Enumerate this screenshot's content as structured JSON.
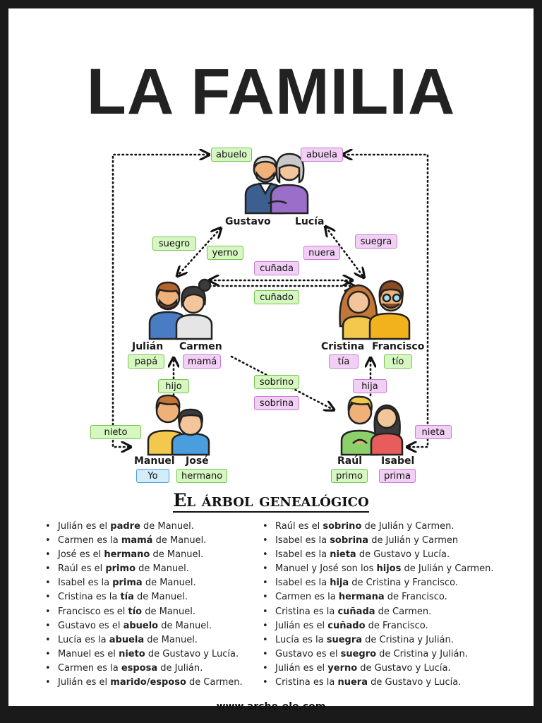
{
  "title": "LA FAMILIA",
  "subtitle": "El árbol genealógico",
  "footer": "www.arche-ele.com",
  "colors": {
    "green_tag": "#d6f7c1",
    "pink_tag": "#f2cff5",
    "blue_tag": "#d3ecfb"
  },
  "people": {
    "gustavo": "Gustavo",
    "lucia": "Lucía",
    "julian": "Julián",
    "carmen": "Carmen",
    "cristina": "Cristina",
    "francisco": "Francisco",
    "manuel": "Manuel",
    "jose": "José",
    "raul": "Raúl",
    "isabel": "Isabel"
  },
  "tags": {
    "abuelo": "abuelo",
    "abuela": "abuela",
    "suegro": "suegro",
    "yerno": "yerno",
    "nuera": "nuera",
    "suegra": "suegra",
    "cunada": "cuñada",
    "cunado": "cuñado",
    "papa": "papá",
    "mama": "mamá",
    "tia": "tía",
    "tio": "tío",
    "hijo": "hijo",
    "hija": "hija",
    "sobrino": "sobrino",
    "sobrina": "sobrina",
    "nieto": "nieto",
    "nieta": "nieta",
    "yo": "Yo",
    "hermano": "hermano",
    "primo": "primo",
    "prima": "prima"
  },
  "left_list": [
    [
      "Julián es el ",
      "padre",
      " de Manuel."
    ],
    [
      "Carmen es la ",
      "mamá",
      " de Manuel."
    ],
    [
      "José es el ",
      "hermano",
      " de Manuel."
    ],
    [
      "Raúl es el ",
      "primo",
      " de Manuel."
    ],
    [
      "Isabel es la ",
      "prima",
      " de Manuel."
    ],
    [
      "Cristina es la ",
      "tía",
      " de Manuel."
    ],
    [
      "Francisco es el ",
      "tío",
      " de Manuel."
    ],
    [
      "Gustavo es el ",
      "abuelo",
      " de Manuel."
    ],
    [
      "Lucía es la ",
      "abuela",
      " de Manuel."
    ],
    [
      "Manuel es el ",
      "nieto",
      " de Gustavo y Lucía."
    ],
    [
      "Carmen es la ",
      "esposa",
      " de Julián."
    ],
    [
      "Julián es el ",
      "marido/esposo",
      " de Carmen."
    ]
  ],
  "right_list": [
    [
      "Raúl es el ",
      "sobrino",
      " de Julián y Carmen."
    ],
    [
      "Isabel es la ",
      "sobrina",
      " de Julián y Carmen"
    ],
    [
      "Isabel es la ",
      "nieta",
      " de Gustavo y Lucía."
    ],
    [
      "Manuel y José son los ",
      "hijos",
      " de Julián y Carmen."
    ],
    [
      "Isabel es la ",
      "hija",
      " de Cristina y Francisco."
    ],
    [
      "Carmen es la ",
      "hermana",
      " de Francisco."
    ],
    [
      "Cristina es la ",
      "cuñada",
      " de Carmen."
    ],
    [
      "Julián es el ",
      "cuñado",
      " de Francisco."
    ],
    [
      "Lucía es la ",
      "suegra",
      " de Cristina y Julián."
    ],
    [
      "Gustavo es el ",
      "suegro",
      " de Cristina y Julián."
    ],
    [
      "Julián es el ",
      "yerno",
      " de Gustavo y Lucía."
    ],
    [
      "Cristina es la ",
      "nuera",
      " de Gustavo y Lucía."
    ]
  ]
}
